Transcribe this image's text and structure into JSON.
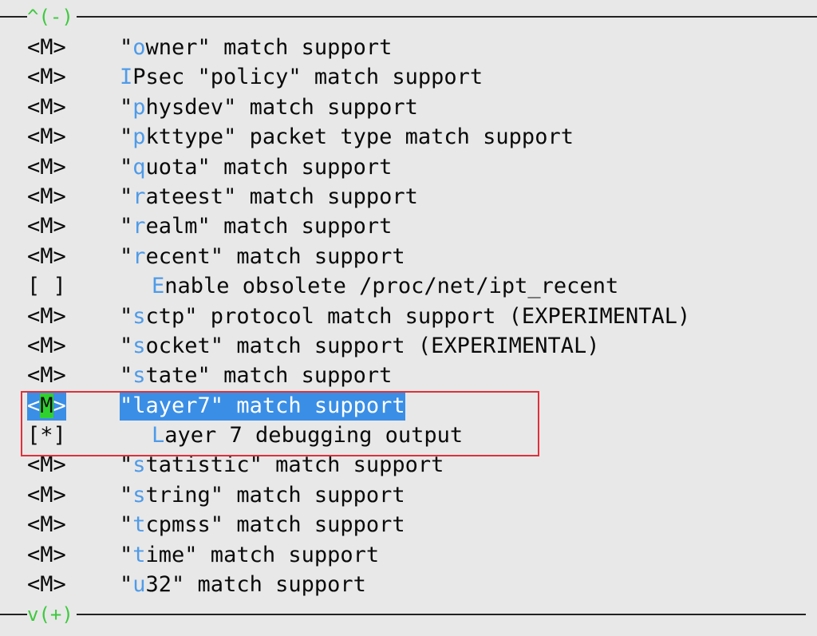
{
  "scroll": {
    "up": "^(-)",
    "down": "v(+)"
  },
  "rows": [
    {
      "ind": "<M>",
      "pre": "\"",
      "hot": "o",
      "post": "wner\" match support",
      "sub": false
    },
    {
      "ind": "<M>",
      "pre": "",
      "hot": "I",
      "post": "Psec \"policy\" match support",
      "sub": false
    },
    {
      "ind": "<M>",
      "pre": "\"",
      "hot": "p",
      "post": "hysdev\" match support",
      "sub": false
    },
    {
      "ind": "<M>",
      "pre": "\"",
      "hot": "p",
      "post": "kttype\" packet type match support",
      "sub": false
    },
    {
      "ind": "<M>",
      "pre": "\"",
      "hot": "q",
      "post": "uota\" match support",
      "sub": false
    },
    {
      "ind": "<M>",
      "pre": "\"",
      "hot": "r",
      "post": "ateest\" match support",
      "sub": false
    },
    {
      "ind": "<M>",
      "pre": "\"",
      "hot": "r",
      "post": "ealm\" match support",
      "sub": false
    },
    {
      "ind": "<M>",
      "pre": "\"",
      "hot": "r",
      "post": "ecent\" match support",
      "sub": false
    },
    {
      "ind": "[ ]",
      "pre": "",
      "hot": "E",
      "post": "nable obsolete /proc/net/ipt_recent",
      "sub": true
    },
    {
      "ind": "<M>",
      "pre": "\"",
      "hot": "s",
      "post": "ctp\" protocol match support (EXPERIMENTAL)",
      "sub": false
    },
    {
      "ind": "<M>",
      "pre": "\"",
      "hot": "s",
      "post": "ocket\" match support (EXPERIMENTAL)",
      "sub": false
    },
    {
      "ind": "<M>",
      "pre": "\"",
      "hot": "s",
      "post": "tate\" match support",
      "sub": false
    },
    {
      "ind": "<M>",
      "pre": "\"",
      "hot": "l",
      "post": "ayer7\" match support",
      "sub": false,
      "selected": true
    },
    {
      "ind": "[*]",
      "pre": "",
      "hot": "L",
      "post": "ayer 7 debugging output",
      "sub": true
    },
    {
      "ind": "<M>",
      "pre": "\"",
      "hot": "s",
      "post": "tatistic\" match support",
      "sub": false
    },
    {
      "ind": "<M>",
      "pre": "\"",
      "hot": "s",
      "post": "tring\" match support",
      "sub": false
    },
    {
      "ind": "<M>",
      "pre": "\"",
      "hot": "t",
      "post": "cpmss\" match support",
      "sub": false
    },
    {
      "ind": "<M>",
      "pre": "\"",
      "hot": "t",
      "post": "ime\" match support",
      "sub": false
    },
    {
      "ind": "<M>",
      "pre": "\"",
      "hot": "u",
      "post": "32\" match support",
      "sub": false
    }
  ],
  "colors": {
    "background": "#e8e8e8",
    "hotkey": "#4f9be8",
    "selection": "#3a8ee6",
    "cursor": "#2fd12f",
    "scroll_arrow": "#3ec93e",
    "annotation_box": "#e0303a"
  }
}
